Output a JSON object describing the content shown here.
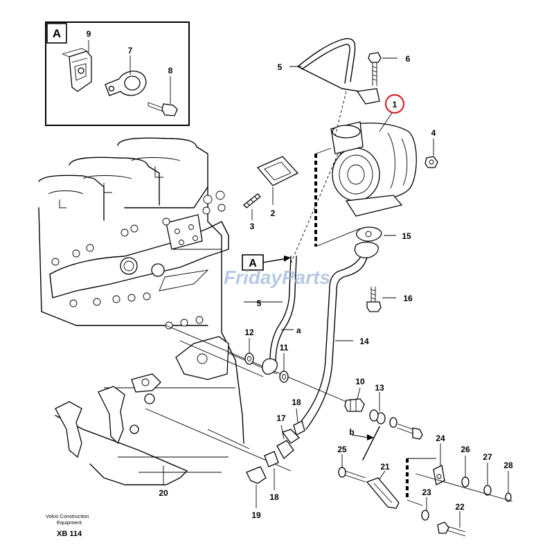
{
  "detail_box": {
    "letter": "A",
    "items": [
      "9",
      "7",
      "8"
    ]
  },
  "callouts": {
    "c1": "1",
    "c2": "2",
    "c3": "3",
    "c4": "4",
    "c5a": "5",
    "c5b": "5",
    "c6": "6",
    "c7": "7",
    "c8": "8",
    "c9": "9",
    "c10": "10",
    "c11": "11",
    "c12": "12",
    "c13": "13",
    "c14": "14",
    "c15": "15",
    "c16": "16",
    "c17": "17",
    "c18a": "18",
    "c18b": "18",
    "c19": "19",
    "c20": "20",
    "c21": "21",
    "c22": "22",
    "c23": "23",
    "c24": "24",
    "c25": "25",
    "c26": "26",
    "c27": "27",
    "c28": "28"
  },
  "view_marker": "A",
  "pointer_a": "a",
  "pointer_b": "b",
  "watermark": "FridayParts",
  "footer": {
    "line1": "Volvo Construction",
    "line2": "Equipment",
    "code": "XB 114"
  },
  "highlight_color": "#d2262b",
  "watermark_color": "#9fb7dc"
}
